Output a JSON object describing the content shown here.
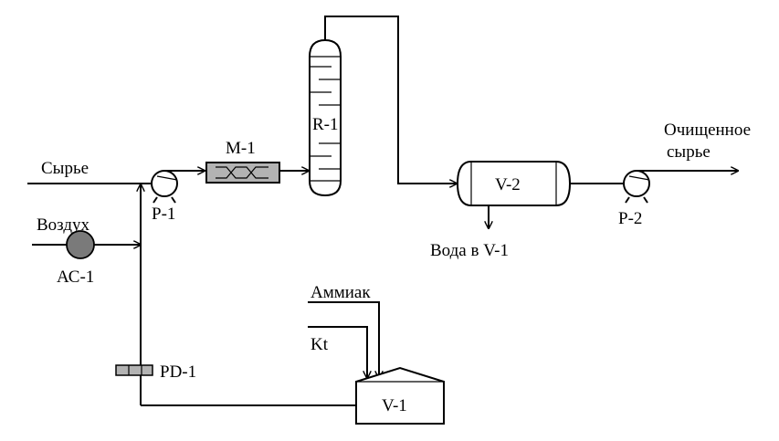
{
  "labels": {
    "feed": "Сырье",
    "air": "Воздух",
    "compressor": "АС-1",
    "pump1": "Р-1",
    "mixer": "М-1",
    "reactor": "R-1",
    "separator": "V-2",
    "water_out": "Вода в V-1",
    "pump2": "Р-2",
    "product_line1": "Очищенное",
    "product_line2": "сырье",
    "ammonia": "Аммиак",
    "catalyst": "Kt",
    "pressure_device": "PD-1",
    "vessel": "V-1"
  },
  "colors": {
    "line": "#000000",
    "mixer_fill": "#b3b3b3",
    "compressor_fill": "#7a7a7a",
    "pd_fill": "#b3b3b3"
  }
}
